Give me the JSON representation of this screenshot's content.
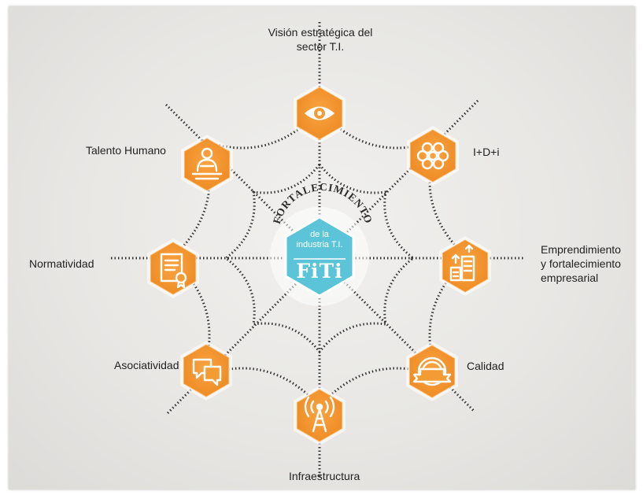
{
  "center": {
    "arc_title": "FORTALECIMIENTO",
    "line1": "de la",
    "line2": "industria T.I.",
    "logo": "FiTi",
    "color": "#5bc4d8"
  },
  "accent_color": "#f39c34",
  "nodes": [
    {
      "id": "vision",
      "label": "Visión estratégica del sector T.I.",
      "icon": "eye-icon"
    },
    {
      "id": "idi",
      "label": "I+D+i",
      "icon": "molecule-icon"
    },
    {
      "id": "emprendimiento",
      "label": "Emprendimiento y fortalecimiento empresarial",
      "icon": "growth-icon"
    },
    {
      "id": "calidad",
      "label": "Calidad",
      "icon": "seal-icon"
    },
    {
      "id": "infraestructura",
      "label": "Infraestructura",
      "icon": "antenna-icon"
    },
    {
      "id": "asociatividad",
      "label": "Asociatividad",
      "icon": "chat-icon"
    },
    {
      "id": "normatividad",
      "label": "Normatividad",
      "icon": "certificate-icon"
    },
    {
      "id": "talento",
      "label": "Talento Humano",
      "icon": "person-icon"
    }
  ]
}
